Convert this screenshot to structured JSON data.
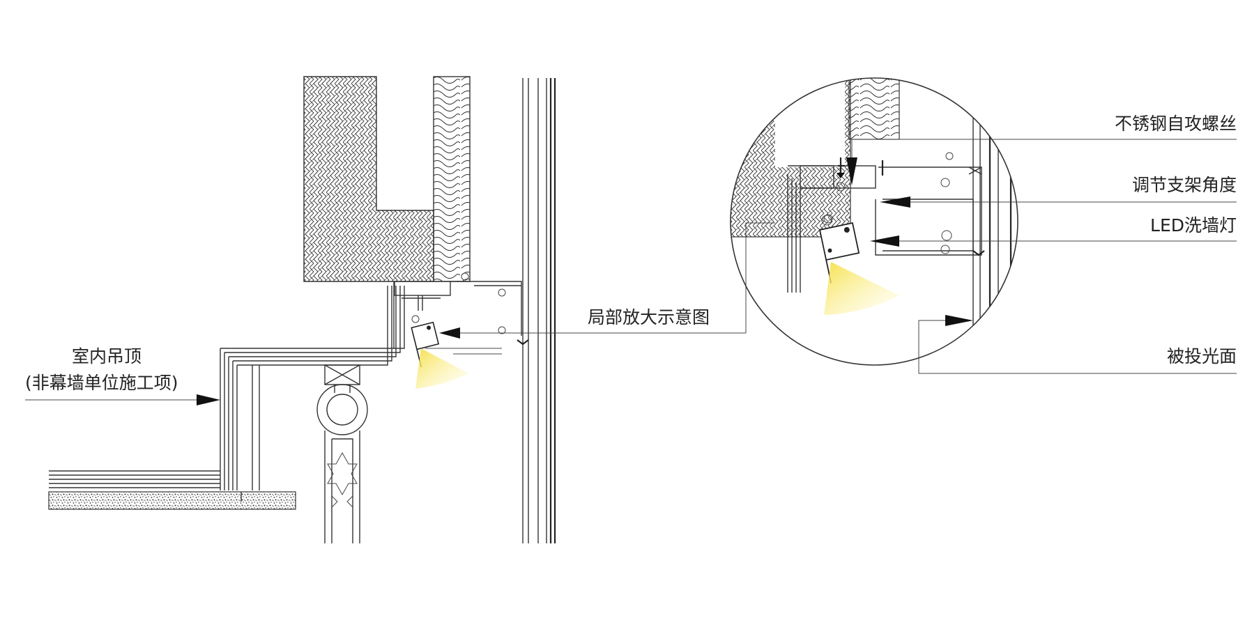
{
  "labels": {
    "ceiling_line1": "室内吊顶",
    "ceiling_line2": "(非幕墙单位施工项)",
    "detail_callout": "局部放大示意图",
    "screw": "不锈钢自攻螺丝",
    "bracket": "调节支架角度",
    "led": "LED洗墙灯",
    "lit_surface": "被投光面"
  },
  "colors": {
    "light_beam": "#f7e65a",
    "line": "#333333",
    "background": "#ffffff"
  }
}
